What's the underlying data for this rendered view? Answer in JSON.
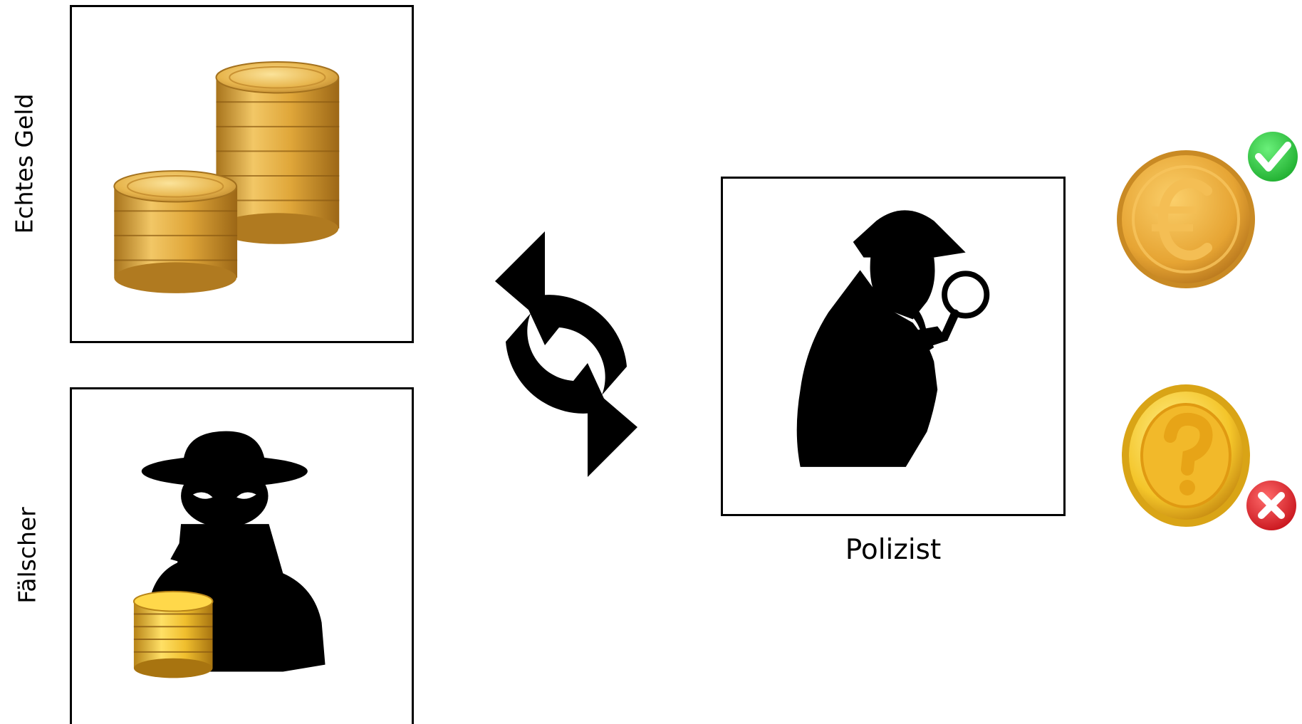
{
  "labels": {
    "real_money": "Echtes Geld",
    "forger": "Fälscher",
    "police": "Polizist"
  },
  "icons": {
    "real_money_image": "coin-stack-icon",
    "forger_image": "masked-counterfeiter-icon",
    "police_image": "detective-magnifier-icon",
    "cycle": "refresh-cycle-icon",
    "real_coin": "euro-coin-icon",
    "valid_mark": "green-check-icon",
    "fake_coin": "question-coin-icon",
    "invalid_mark": "red-x-icon"
  },
  "colors": {
    "gold": "#e2a93a",
    "valid_green": "#2ecc40",
    "invalid_red": "#d9262e"
  }
}
